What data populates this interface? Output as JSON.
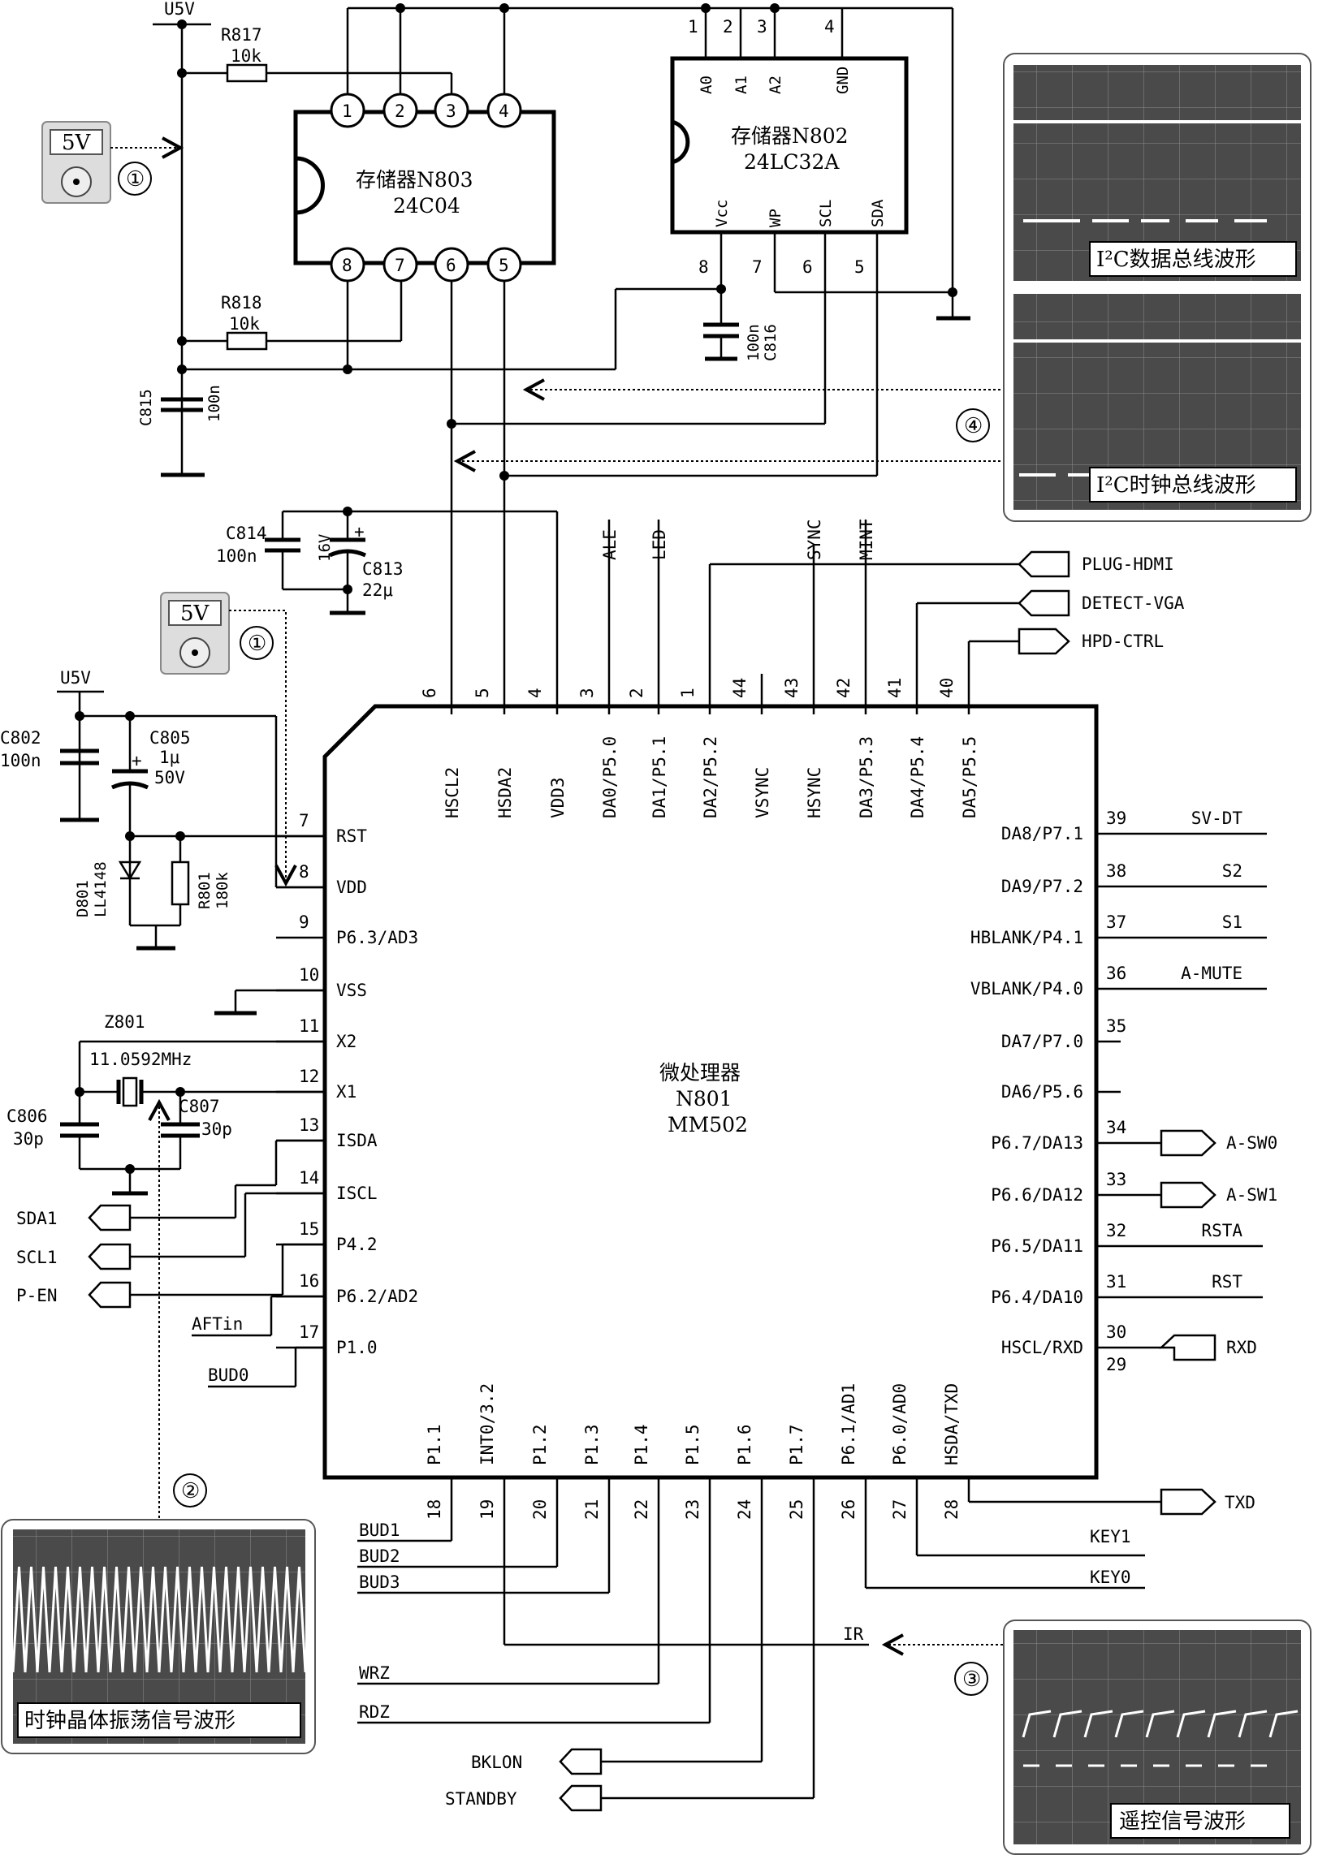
{
  "supply_labels": {
    "u5v_top": "U5V",
    "u5v_mid": "U5V"
  },
  "components": {
    "r817": {
      "ref": "R817",
      "value": "10k"
    },
    "r818": {
      "ref": "R818",
      "value": "10k"
    },
    "c815": {
      "ref": "C815",
      "value": "100n"
    },
    "c816": {
      "ref": "C816",
      "value": "100n"
    },
    "c814": {
      "ref": "C814",
      "value": "100n"
    },
    "c813": {
      "ref": "C813",
      "value": "22μ",
      "voltage": "16V",
      "polarity": "+"
    },
    "c802": {
      "ref": "C802",
      "value": "100n"
    },
    "c805": {
      "ref": "C805",
      "value": "1μ",
      "voltage": "50V",
      "polarity": "+"
    },
    "d801": {
      "ref": "D801",
      "part": "LL4148"
    },
    "r801": {
      "ref": "R801",
      "value": "180k"
    },
    "z801": {
      "ref": "Z801",
      "freq": "11.0592MHz"
    },
    "c806": {
      "ref": "C806",
      "value": "30p"
    },
    "c807": {
      "ref": "C807",
      "value": "30p"
    }
  },
  "n803": {
    "name": "存储器N803",
    "part": "24C04",
    "top_pins": [
      "1",
      "2",
      "3",
      "4"
    ],
    "bottom_pins": [
      "8",
      "7",
      "6",
      "5"
    ]
  },
  "n802": {
    "name": "存储器N802",
    "part": "24LC32A",
    "top_pin_numbers": [
      "1",
      "2",
      "3",
      "4"
    ],
    "top_pin_names": [
      "A0",
      "A1",
      "A2",
      "GND"
    ],
    "bottom_pin_numbers": [
      "8",
      "7",
      "6",
      "5"
    ],
    "bottom_pin_names": [
      "Vcc",
      "WP",
      "SCL",
      "SDA"
    ]
  },
  "n801": {
    "name": "微处理器",
    "ref": "N801",
    "part": "MM502",
    "top_pins": [
      {
        "num": "6",
        "name": "HSCL2",
        "net": ""
      },
      {
        "num": "5",
        "name": "HSDA2",
        "net": ""
      },
      {
        "num": "4",
        "name": "VDD3",
        "net": ""
      },
      {
        "num": "3",
        "name": "DA0/P5.0",
        "net": "ALE"
      },
      {
        "num": "2",
        "name": "DA1/P5.1",
        "net": "LED"
      },
      {
        "num": "1",
        "name": "DA2/P5.2",
        "net": ""
      },
      {
        "num": "44",
        "name": "VSYNC",
        "net": ""
      },
      {
        "num": "43",
        "name": "HSYNC",
        "net": "SYNC"
      },
      {
        "num": "42",
        "name": "DA3/P5.3",
        "net": "MINT"
      },
      {
        "num": "41",
        "name": "DA4/P5.4",
        "net": ""
      },
      {
        "num": "40",
        "name": "DA5/P5.5",
        "net": ""
      }
    ],
    "left_pins": [
      {
        "num": "7",
        "name": "RST"
      },
      {
        "num": "8",
        "name": "VDD"
      },
      {
        "num": "9",
        "name": "P6.3/AD3"
      },
      {
        "num": "10",
        "name": "VSS"
      },
      {
        "num": "11",
        "name": "X2"
      },
      {
        "num": "12",
        "name": "X1"
      },
      {
        "num": "13",
        "name": "ISDA"
      },
      {
        "num": "14",
        "name": "ISCL"
      },
      {
        "num": "15",
        "name": "P4.2"
      },
      {
        "num": "16",
        "name": "P6.2/AD2"
      },
      {
        "num": "17",
        "name": "P1.0"
      }
    ],
    "right_pins": [
      {
        "num": "39",
        "name": "DA8/P7.1",
        "net": "SV-DT"
      },
      {
        "num": "38",
        "name": "DA9/P7.2",
        "net": "S2"
      },
      {
        "num": "37",
        "name": "HBLANK/P4.1",
        "net": "S1"
      },
      {
        "num": "36",
        "name": "VBLANK/P4.0",
        "net": "A-MUTE"
      },
      {
        "num": "35",
        "name": "DA7/P7.0",
        "net": ""
      },
      {
        "num": "",
        "name": "DA6/P5.6",
        "net": ""
      },
      {
        "num": "34",
        "name": "P6.7/DA13",
        "net": "A-SW0"
      },
      {
        "num": "33",
        "name": "P6.6/DA12",
        "net": "A-SW1"
      },
      {
        "num": "32",
        "name": "P6.5/DA11",
        "net": "RSTA"
      },
      {
        "num": "31",
        "name": "P6.4/DA10",
        "net": "RST"
      },
      {
        "num": "30",
        "name": "HSCL/RXD",
        "net": "RXD"
      },
      {
        "num": "29",
        "name": "",
        "net": ""
      }
    ],
    "bottom_pins": [
      {
        "num": "18",
        "name": "P1.1"
      },
      {
        "num": "19",
        "name": "INT0/3.2"
      },
      {
        "num": "20",
        "name": "P1.2"
      },
      {
        "num": "21",
        "name": "P1.3"
      },
      {
        "num": "22",
        "name": "P1.4"
      },
      {
        "num": "23",
        "name": "P1.5"
      },
      {
        "num": "24",
        "name": "P1.6"
      },
      {
        "num": "25",
        "name": "P1.7"
      },
      {
        "num": "26",
        "name": "P6.1/AD1"
      },
      {
        "num": "27",
        "name": "P6.0/AD0"
      },
      {
        "num": "28",
        "name": "HSDA/TXD"
      }
    ]
  },
  "signals": {
    "plug_hdmi": "PLUG-HDMI",
    "detect_vga": "DETECT-VGA",
    "hpd_ctrl": "HPD-CTRL",
    "sda1": "SDA1",
    "scl1": "SCL1",
    "p_en": "P-EN",
    "aftin": "AFTin",
    "bud0": "BUD0",
    "bud1": "BUD1",
    "bud2": "BUD2",
    "bud3": "BUD3",
    "wrz": "WRZ",
    "rdz": "RDZ",
    "bklon": "BKLON",
    "standby": "STANDBY",
    "ir": "IR",
    "key1": "KEY1",
    "key0": "KEY0",
    "txd": "TXD"
  },
  "test_points": {
    "meter_voltage": "5V",
    "tp1": "①",
    "tp2": "②",
    "tp3": "③",
    "tp4": "④"
  },
  "waveforms": {
    "i2c_data": "I²C数据总线波形",
    "i2c_clock": "I²C时钟总线波形",
    "crystal": "时钟晶体振荡信号波形",
    "remote": "遥控信号波形"
  }
}
